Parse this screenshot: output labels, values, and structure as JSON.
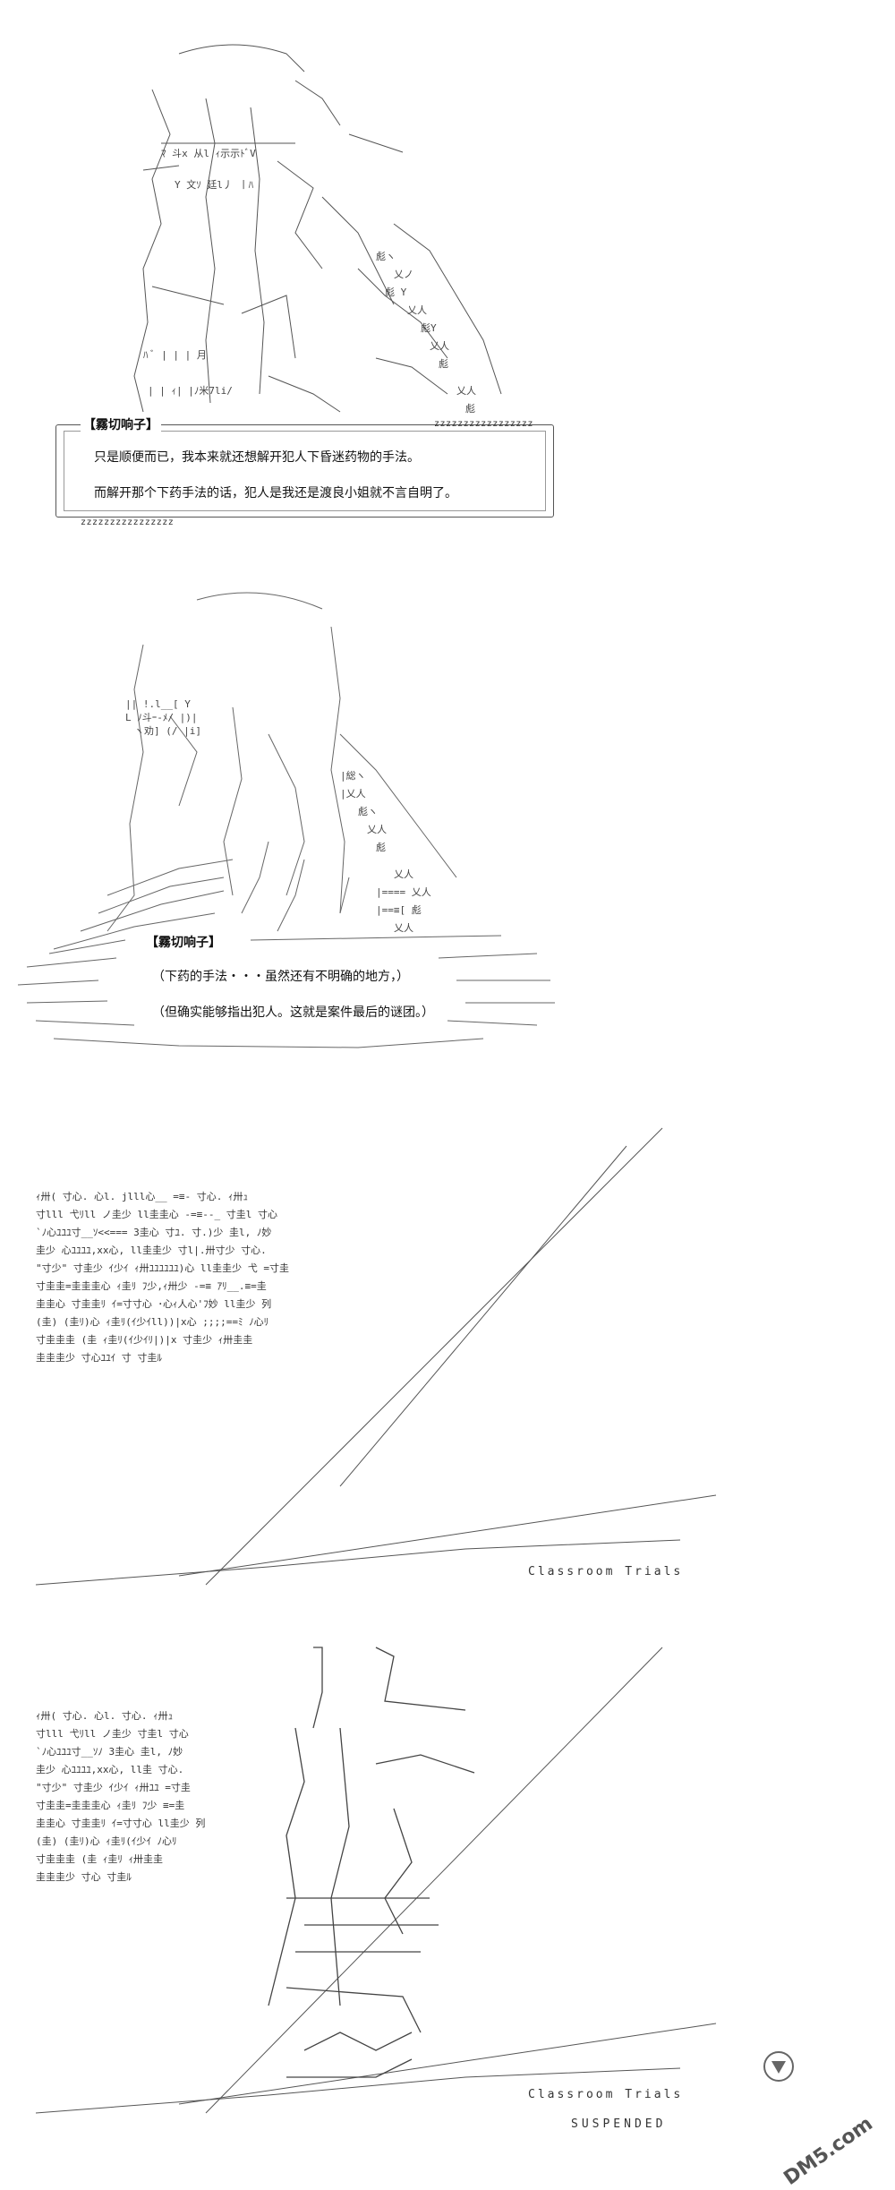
{
  "panel1": {
    "speaker": "【霧切响子】",
    "lines": [
      "只是顺便而已，我本来就还想解开犯人下昏迷药物的手法。",
      "而解开那个下药手法的话，犯人是我还是渡良小姐就不言自明了。"
    ],
    "zz_top": "zzzzzzzzzzzzzzzzz",
    "zz_bottom": "zzzzzzzzzzzzzzzz"
  },
  "panel2": {
    "speaker": "【霧切响子】",
    "lines": [
      "（下药的手法・・・虽然还有不明确的地方，）",
      "（但确实能够指出犯人。这就是案件最后的谜团。）"
    ]
  },
  "panel3": {
    "title_en": "Classroom Trials"
  },
  "panel4": {
    "title_en": "Classroom Trials",
    "subtitle_en": "SUSPENDED"
  },
  "watermark": {
    "text": "DM5.com"
  }
}
